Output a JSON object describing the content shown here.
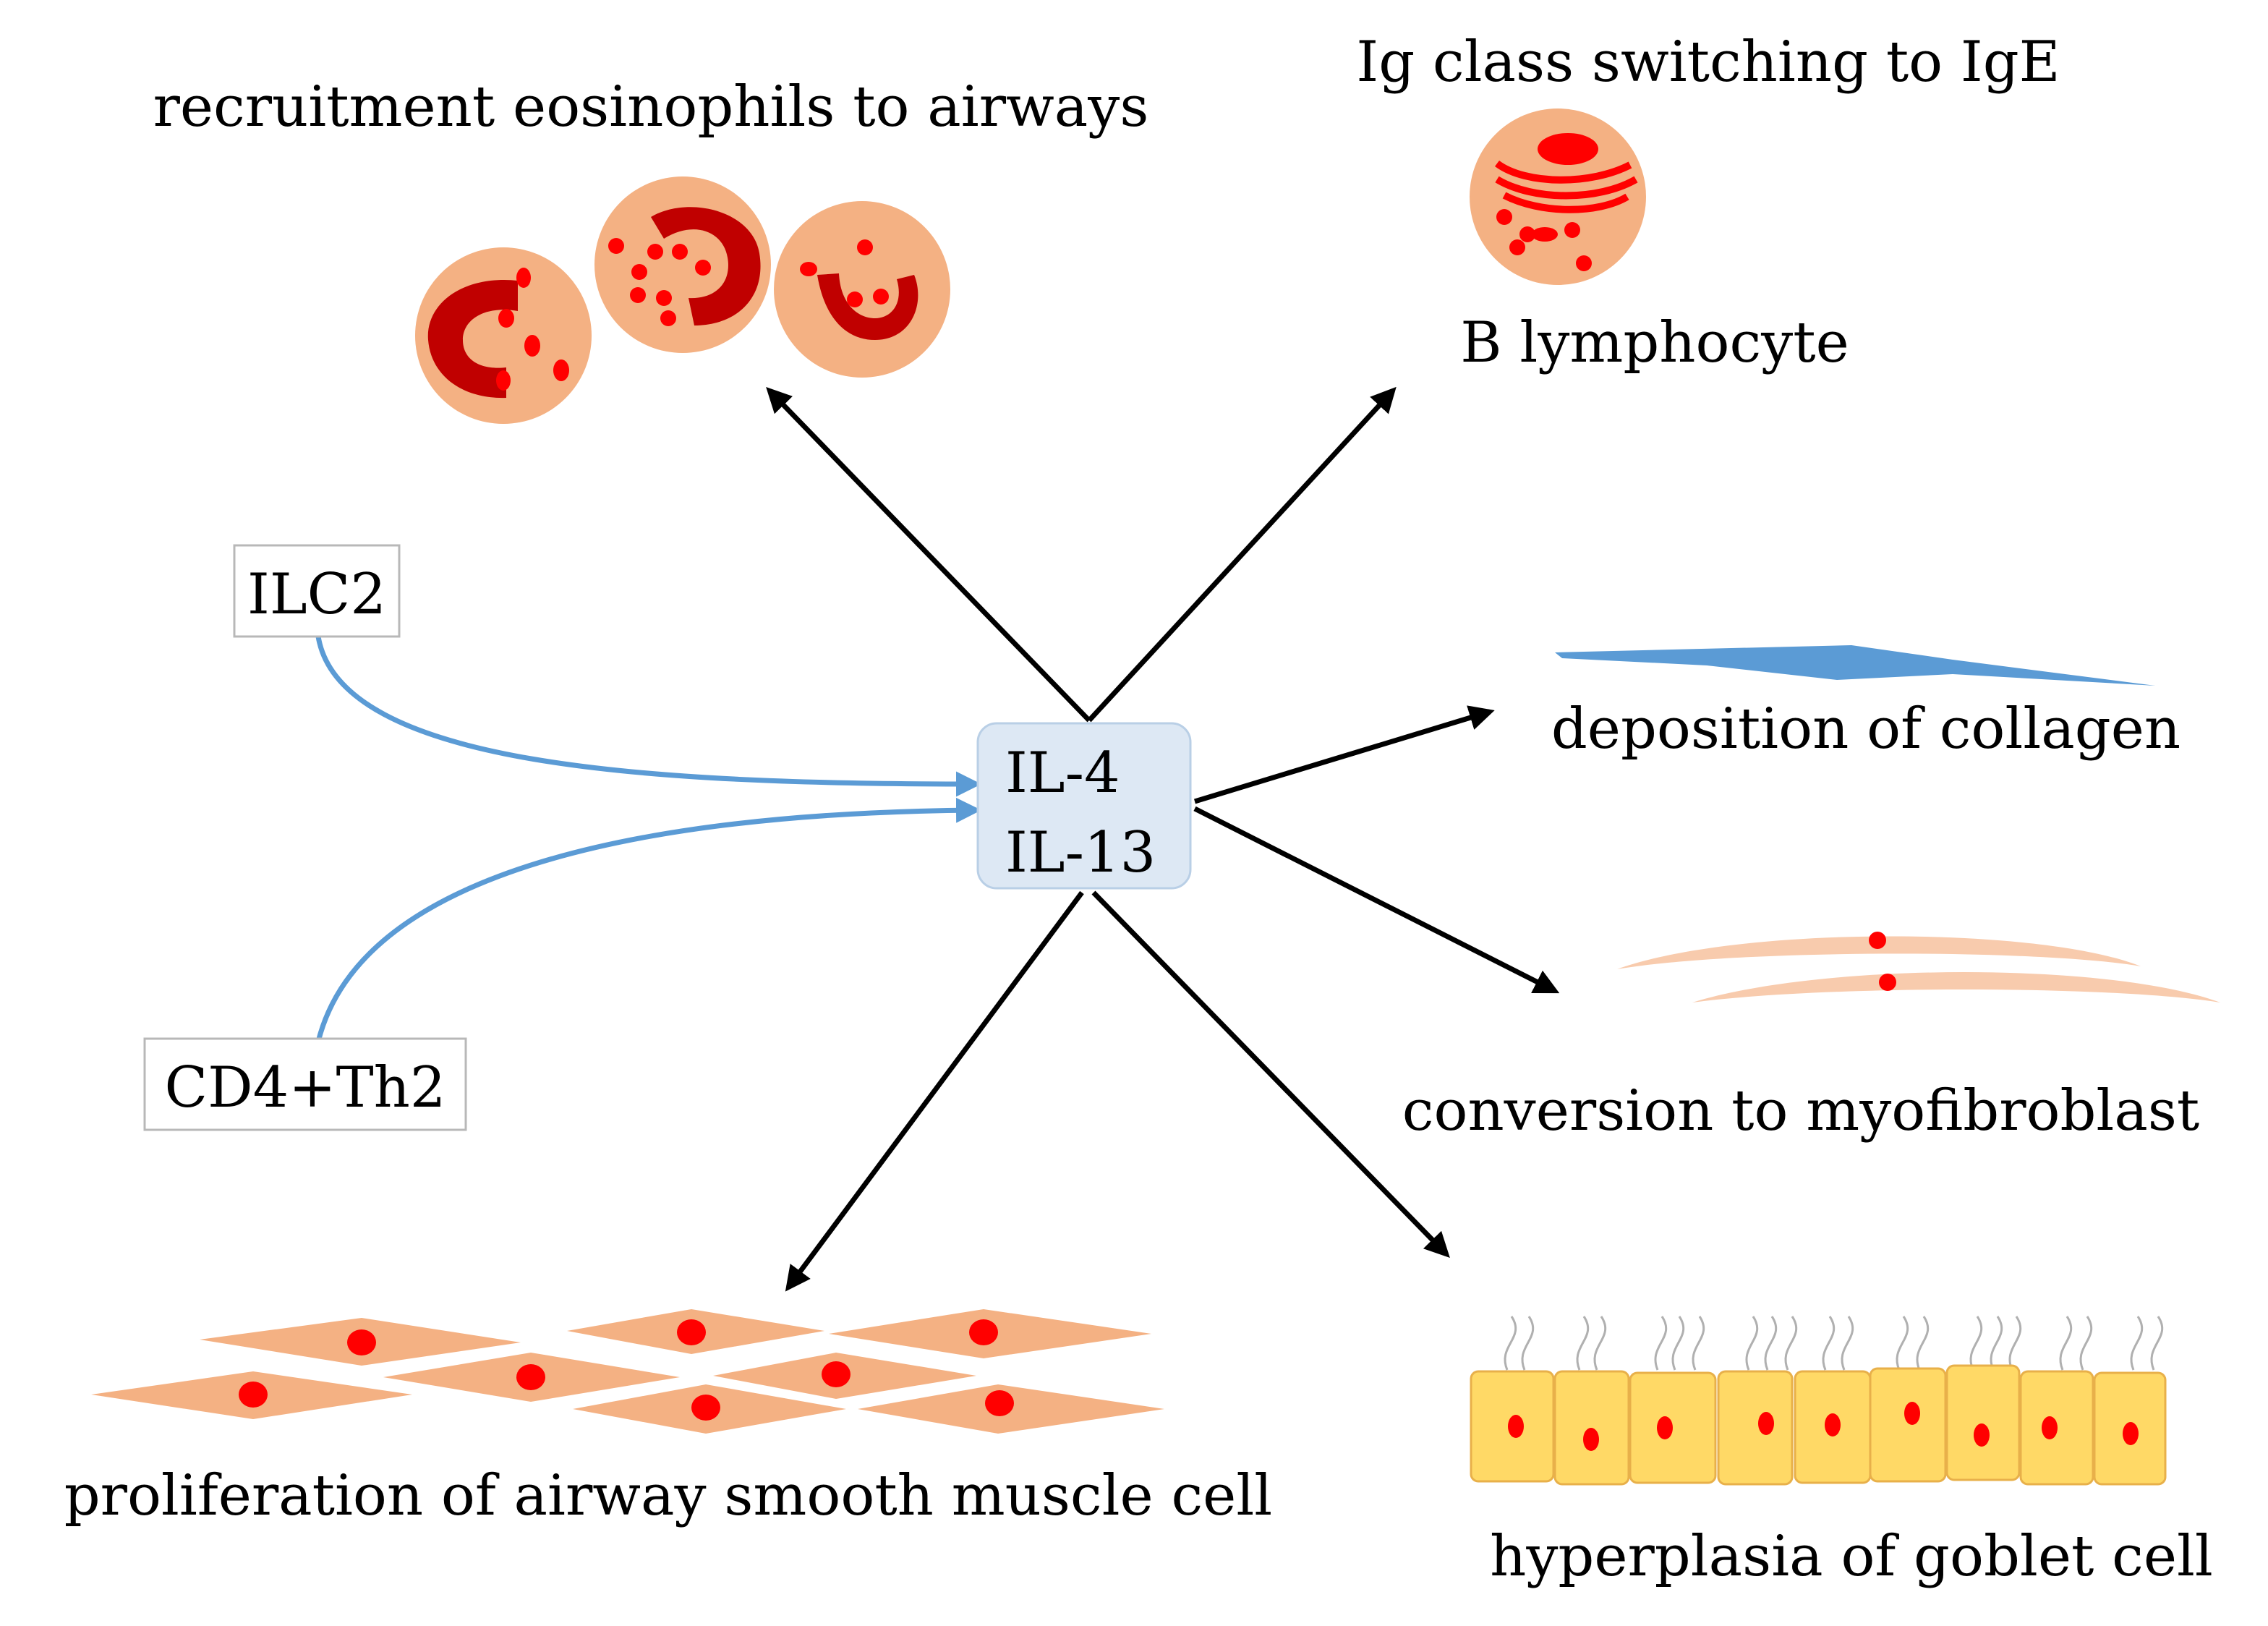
{
  "center": {
    "line1": "IL-4",
    "line2": "IL-13"
  },
  "sources": {
    "ilc2": "ILC2",
    "cd4": "CD4+Th2"
  },
  "effects": {
    "eosinophils": "recruitment eosinophils to airways",
    "ig_switch": "Ig class switching to IgE",
    "b_lymphocyte": "B lymphocyte",
    "collagen": "deposition of collagen",
    "myofibroblast": "conversion to myofibroblast",
    "smooth_muscle": "proliferation of airway smooth muscle cell",
    "goblet": "hyperplasia of goblet cell"
  },
  "colors": {
    "arrow": "#000000",
    "source_arrow": "#5b9bd5",
    "center_fill": "#dde8f4",
    "cell": "#f4b183",
    "nucleus": "#ff0000",
    "eosinophil_granule": "#c00000",
    "goblet": "#ffd966",
    "collagen": "#5b9bd5"
  }
}
